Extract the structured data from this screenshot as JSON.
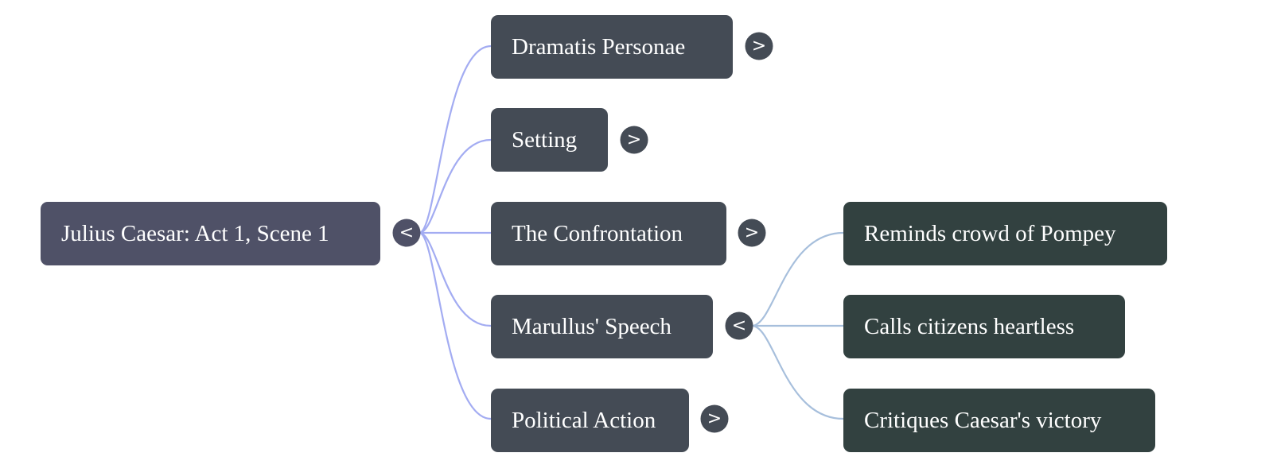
{
  "mindmap": {
    "root": {
      "label": "Julius Caesar: Act 1, Scene 1",
      "toggle": "<",
      "state": "expanded"
    },
    "children": [
      {
        "label": "Dramatis Personae",
        "toggle": ">",
        "state": "collapsed"
      },
      {
        "label": "Setting",
        "toggle": ">",
        "state": "collapsed"
      },
      {
        "label": "The Confrontation",
        "toggle": ">",
        "state": "collapsed"
      },
      {
        "label": "Marullus' Speech",
        "toggle": "<",
        "state": "expanded",
        "children": [
          {
            "label": "Reminds crowd of Pompey"
          },
          {
            "label": "Calls citizens heartless"
          },
          {
            "label": "Critiques Caesar's victory"
          }
        ]
      },
      {
        "label": "Political Action",
        "toggle": ">",
        "state": "collapsed"
      }
    ],
    "colors": {
      "root_fill": "#4f5167",
      "level1_fill": "#444b55",
      "level2_fill": "#324140",
      "root_link": "#a3acf2",
      "level2_link": "#a7bfdc",
      "text": "#ffffff"
    }
  }
}
